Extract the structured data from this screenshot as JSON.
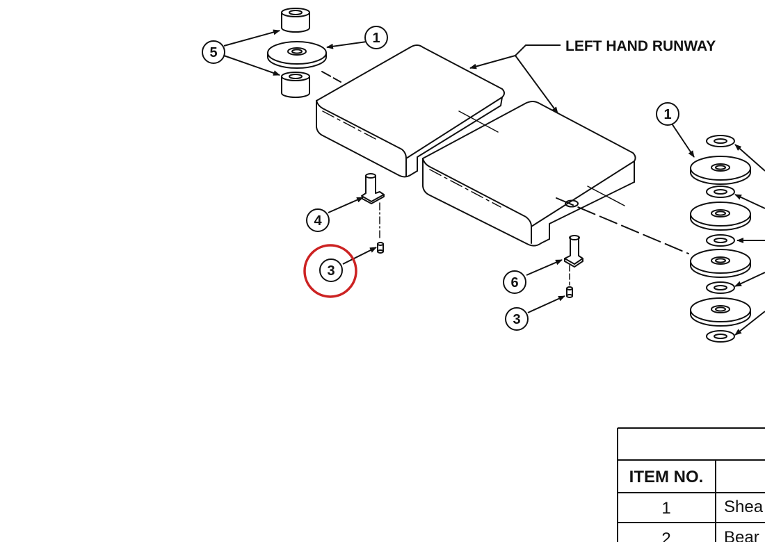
{
  "diagram": {
    "runway_label": "LEFT HAND RUNWAY",
    "callouts": [
      "5",
      "1",
      "1",
      "4",
      "3",
      "6",
      "3"
    ],
    "highlight_color": "#cc2222",
    "line_color": "#111111"
  },
  "parts_table": {
    "header": [
      "ITEM NO.",
      ""
    ],
    "rows": [
      {
        "item": "1",
        "description": "Shea"
      },
      {
        "item": "2",
        "description": "Bear"
      }
    ]
  }
}
